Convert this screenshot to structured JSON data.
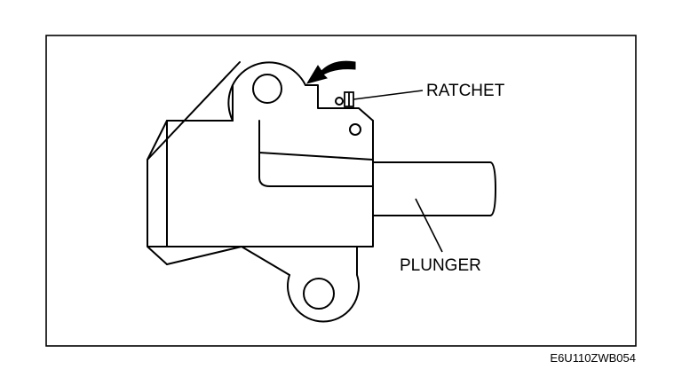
{
  "labels": {
    "ratchet": "RATCHET",
    "plunger": "PLUNGER"
  },
  "figure_code": "E6U110ZWB054",
  "colors": {
    "line": "#000000",
    "background": "#ffffff"
  }
}
